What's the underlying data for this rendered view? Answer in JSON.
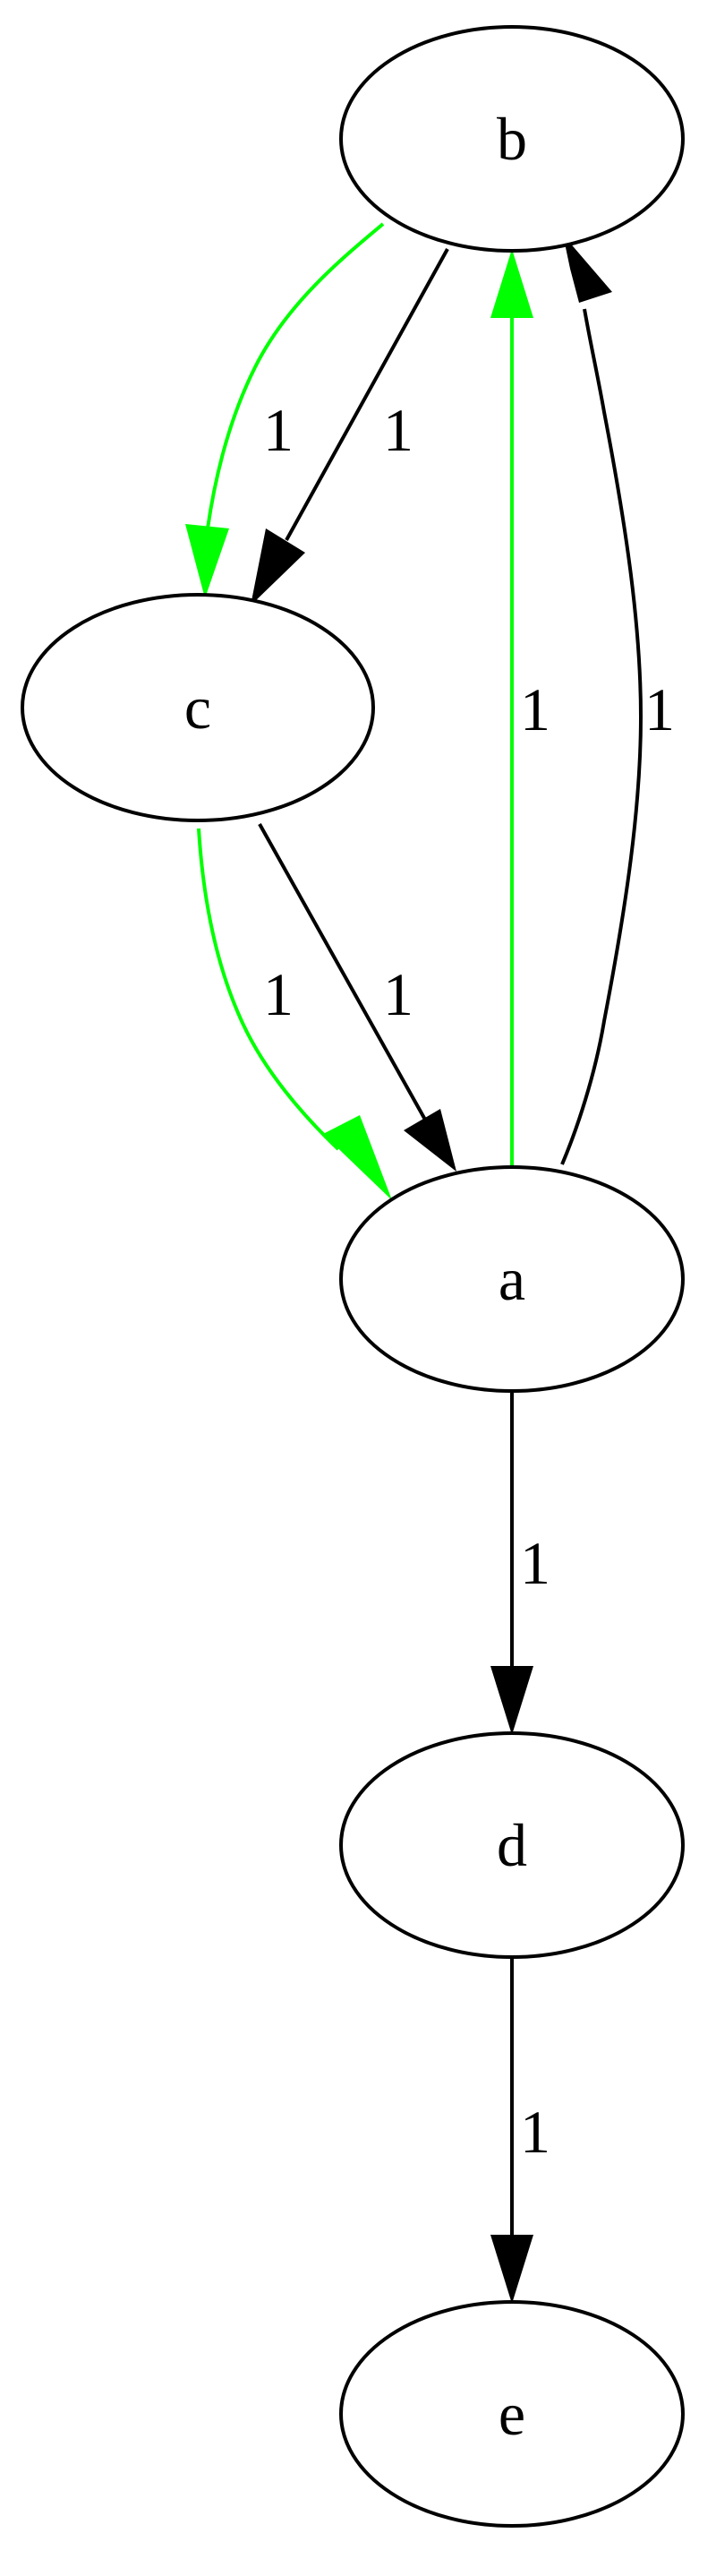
{
  "diagram": {
    "type": "directed-graph",
    "nodes": [
      {
        "id": "b",
        "label": "b"
      },
      {
        "id": "c",
        "label": "c"
      },
      {
        "id": "a",
        "label": "a"
      },
      {
        "id": "d",
        "label": "d"
      },
      {
        "id": "e",
        "label": "e"
      }
    ],
    "edges": [
      {
        "id": "b-c-green",
        "from": "b",
        "to": "c",
        "label": "1",
        "color": "#00ff00"
      },
      {
        "id": "b-c-black",
        "from": "b",
        "to": "c",
        "label": "1",
        "color": "#000000"
      },
      {
        "id": "c-a-green",
        "from": "c",
        "to": "a",
        "label": "1",
        "color": "#00ff00"
      },
      {
        "id": "c-a-black",
        "from": "c",
        "to": "a",
        "label": "1",
        "color": "#000000"
      },
      {
        "id": "a-b-green",
        "from": "a",
        "to": "b",
        "label": "1",
        "color": "#00ff00"
      },
      {
        "id": "a-b-black",
        "from": "a",
        "to": "b",
        "label": "1",
        "color": "#000000"
      },
      {
        "id": "a-d",
        "from": "a",
        "to": "d",
        "label": "1",
        "color": "#000000"
      },
      {
        "id": "d-e",
        "from": "d",
        "to": "e",
        "label": "1",
        "color": "#000000"
      }
    ]
  }
}
